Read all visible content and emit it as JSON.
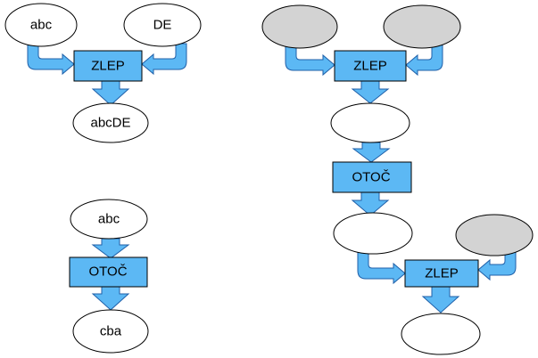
{
  "left_top": {
    "input_1": "abc",
    "input_2": "DE",
    "operation": "ZLEP",
    "output": "abcDE"
  },
  "left_bottom": {
    "input": "abc",
    "operation": "OTOČ",
    "output": "cba"
  },
  "right": {
    "step_1": "ZLEP",
    "step_2": "OTOČ",
    "step_3": "ZLEP"
  },
  "colors": {
    "box_fill": "#5cb8f4",
    "gray_node_fill": "#d3d3d3"
  }
}
